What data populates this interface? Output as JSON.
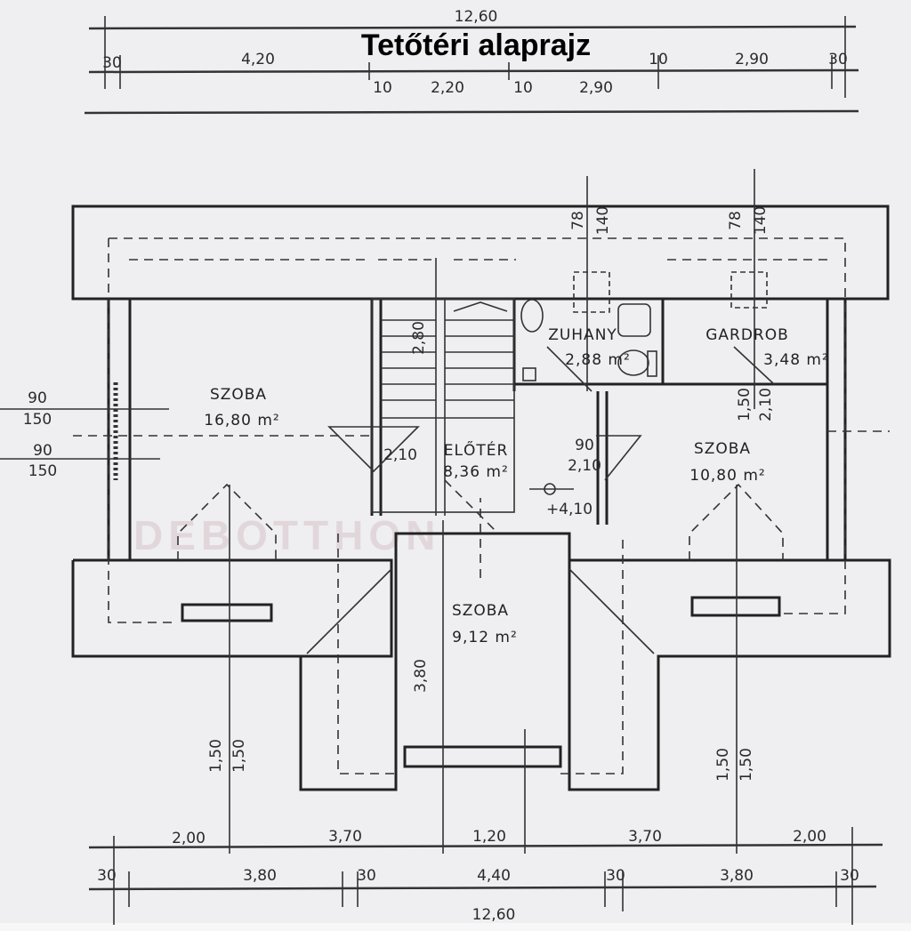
{
  "title": "Tetőtéri alaprajz",
  "watermark": "DEBOTTHON",
  "top_dims": {
    "total": "12,60",
    "segments": [
      "30",
      "4,20",
      "10",
      "2,20",
      "10",
      "2,90",
      "10",
      "2,90",
      "30"
    ]
  },
  "bottom_dims": {
    "row1": [
      "2,00",
      "3,70",
      "1,20",
      "3,70",
      "2,00"
    ],
    "row2": [
      "30",
      "3,80",
      "30",
      "4,40",
      "30",
      "3,80",
      "30"
    ],
    "total": "12,60"
  },
  "rooms": [
    {
      "name": "SZOBA",
      "area": "16,80 m²"
    },
    {
      "name": "ZUHANY",
      "area": "2,88 m²"
    },
    {
      "name": "GARDROB",
      "area": "3,48 m²"
    },
    {
      "name": "ELŐTÉR",
      "area": "8,36 m²"
    },
    {
      "name": "SZOBA",
      "area": "10,80 m²"
    },
    {
      "name": "SZOBA",
      "area": "9,12 m²"
    }
  ],
  "openings": {
    "left_window_1": [
      "90",
      "150"
    ],
    "left_window_2": [
      "90",
      "150"
    ],
    "stair_height": "2,80",
    "door_left": "2,10",
    "door_right": [
      "90",
      "2,10"
    ],
    "level": "+4,10",
    "chimney_1": [
      "78",
      "140"
    ],
    "chimney_2": [
      "78",
      "140"
    ],
    "gardrob_door": [
      "1,50",
      "2,10"
    ],
    "center_height": "3,80",
    "left_window_bottom": [
      "1,50",
      "1,50"
    ],
    "right_window_bottom": [
      "1,50",
      "1,50"
    ]
  }
}
